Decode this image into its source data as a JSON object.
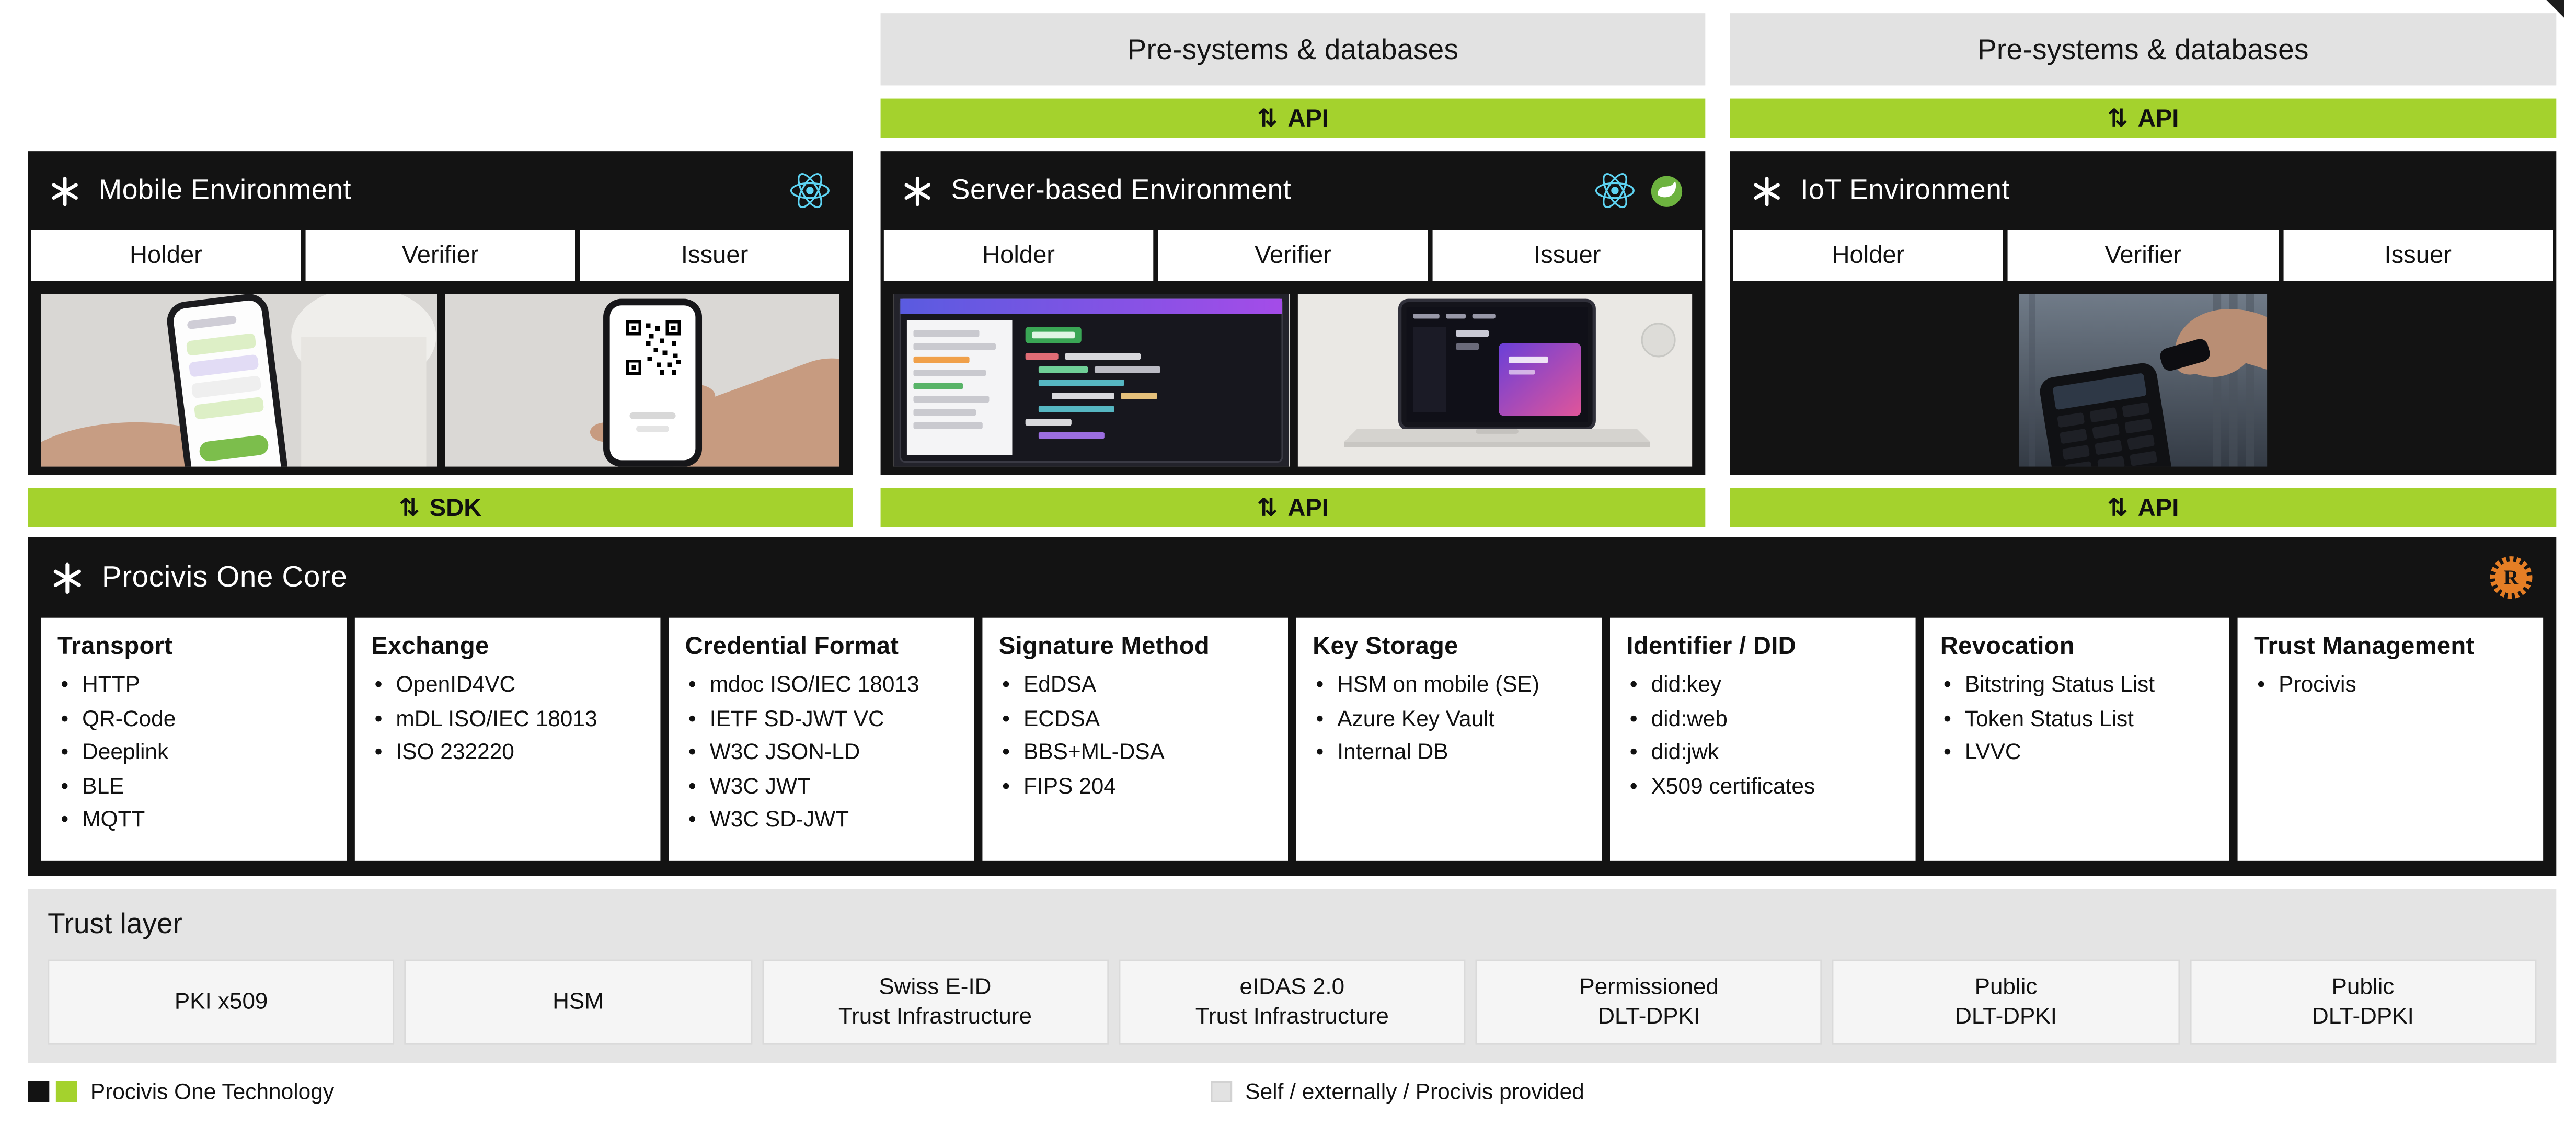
{
  "colors": {
    "accent_green": "#A4D22D",
    "panel_black": "#131313",
    "header_gray": "#E2E2E2",
    "trust_bg": "#E4E4E4",
    "trust_box": "#F5F5F5",
    "react_blue": "#5ED4F3",
    "spring_green": "#6DB33F",
    "rust_orange": "#E57E25"
  },
  "icons": {
    "updown_arrows": "⇅",
    "procivis_logo": "asterisk",
    "react": "react-atom",
    "spring": "spring-leaf",
    "rust": "rust-gear"
  },
  "pre_systems": [
    {
      "title": "Pre-systems & databases",
      "connector": "API"
    },
    {
      "title": "Pre-systems & databases",
      "connector": "API"
    }
  ],
  "environments": [
    {
      "title": "Mobile Environment",
      "roles": [
        "Holder",
        "Verifier",
        "Issuer"
      ],
      "connector": "SDK"
    },
    {
      "title": "Server-based Environment",
      "roles": [
        "Holder",
        "Verifier",
        "Issuer"
      ],
      "connector": "API"
    },
    {
      "title": "IoT Environment",
      "roles": [
        "Holder",
        "Verifier",
        "Issuer"
      ],
      "connector": "API"
    }
  ],
  "core": {
    "title": "Procivis One Core",
    "columns": [
      {
        "title": "Transport",
        "items": [
          "HTTP",
          "QR-Code",
          "Deeplink",
          "BLE",
          "MQTT"
        ]
      },
      {
        "title": "Exchange",
        "items": [
          "OpenID4VC",
          "mDL ISO/IEC 18013",
          "ISO 232220"
        ]
      },
      {
        "title": "Credential Format",
        "items": [
          "mdoc ISO/IEC 18013",
          "IETF SD-JWT VC",
          "W3C JSON-LD",
          "W3C JWT",
          "W3C SD-JWT"
        ]
      },
      {
        "title": "Signature Method",
        "items": [
          "EdDSA",
          "ECDSA",
          "BBS+ML-DSA",
          "FIPS 204"
        ]
      },
      {
        "title": "Key Storage",
        "items": [
          "HSM on mobile (SE)",
          "Azure Key Vault",
          "Internal DB"
        ]
      },
      {
        "title": "Identifier / DID",
        "items": [
          "did:key",
          "did:web",
          "did:jwk",
          "X509 certificates"
        ]
      },
      {
        "title": "Revocation",
        "items": [
          "Bitstring Status List",
          "Token Status List",
          "LVVC"
        ]
      },
      {
        "title": "Trust Management",
        "items": [
          "Procivis"
        ]
      }
    ]
  },
  "trust_layer": {
    "title": "Trust layer",
    "boxes": [
      "PKI x509",
      "HSM",
      "Swiss E-ID\nTrust Infrastructure",
      "eIDAS 2.0\nTrust Infrastructure",
      "Permissioned\nDLT-DPKI",
      "Public\nDLT-DPKI",
      "Public\nDLT-DPKI"
    ]
  },
  "legend": {
    "procivis": "Procivis One Technology",
    "provided": "Self / externally / Procivis provided"
  }
}
